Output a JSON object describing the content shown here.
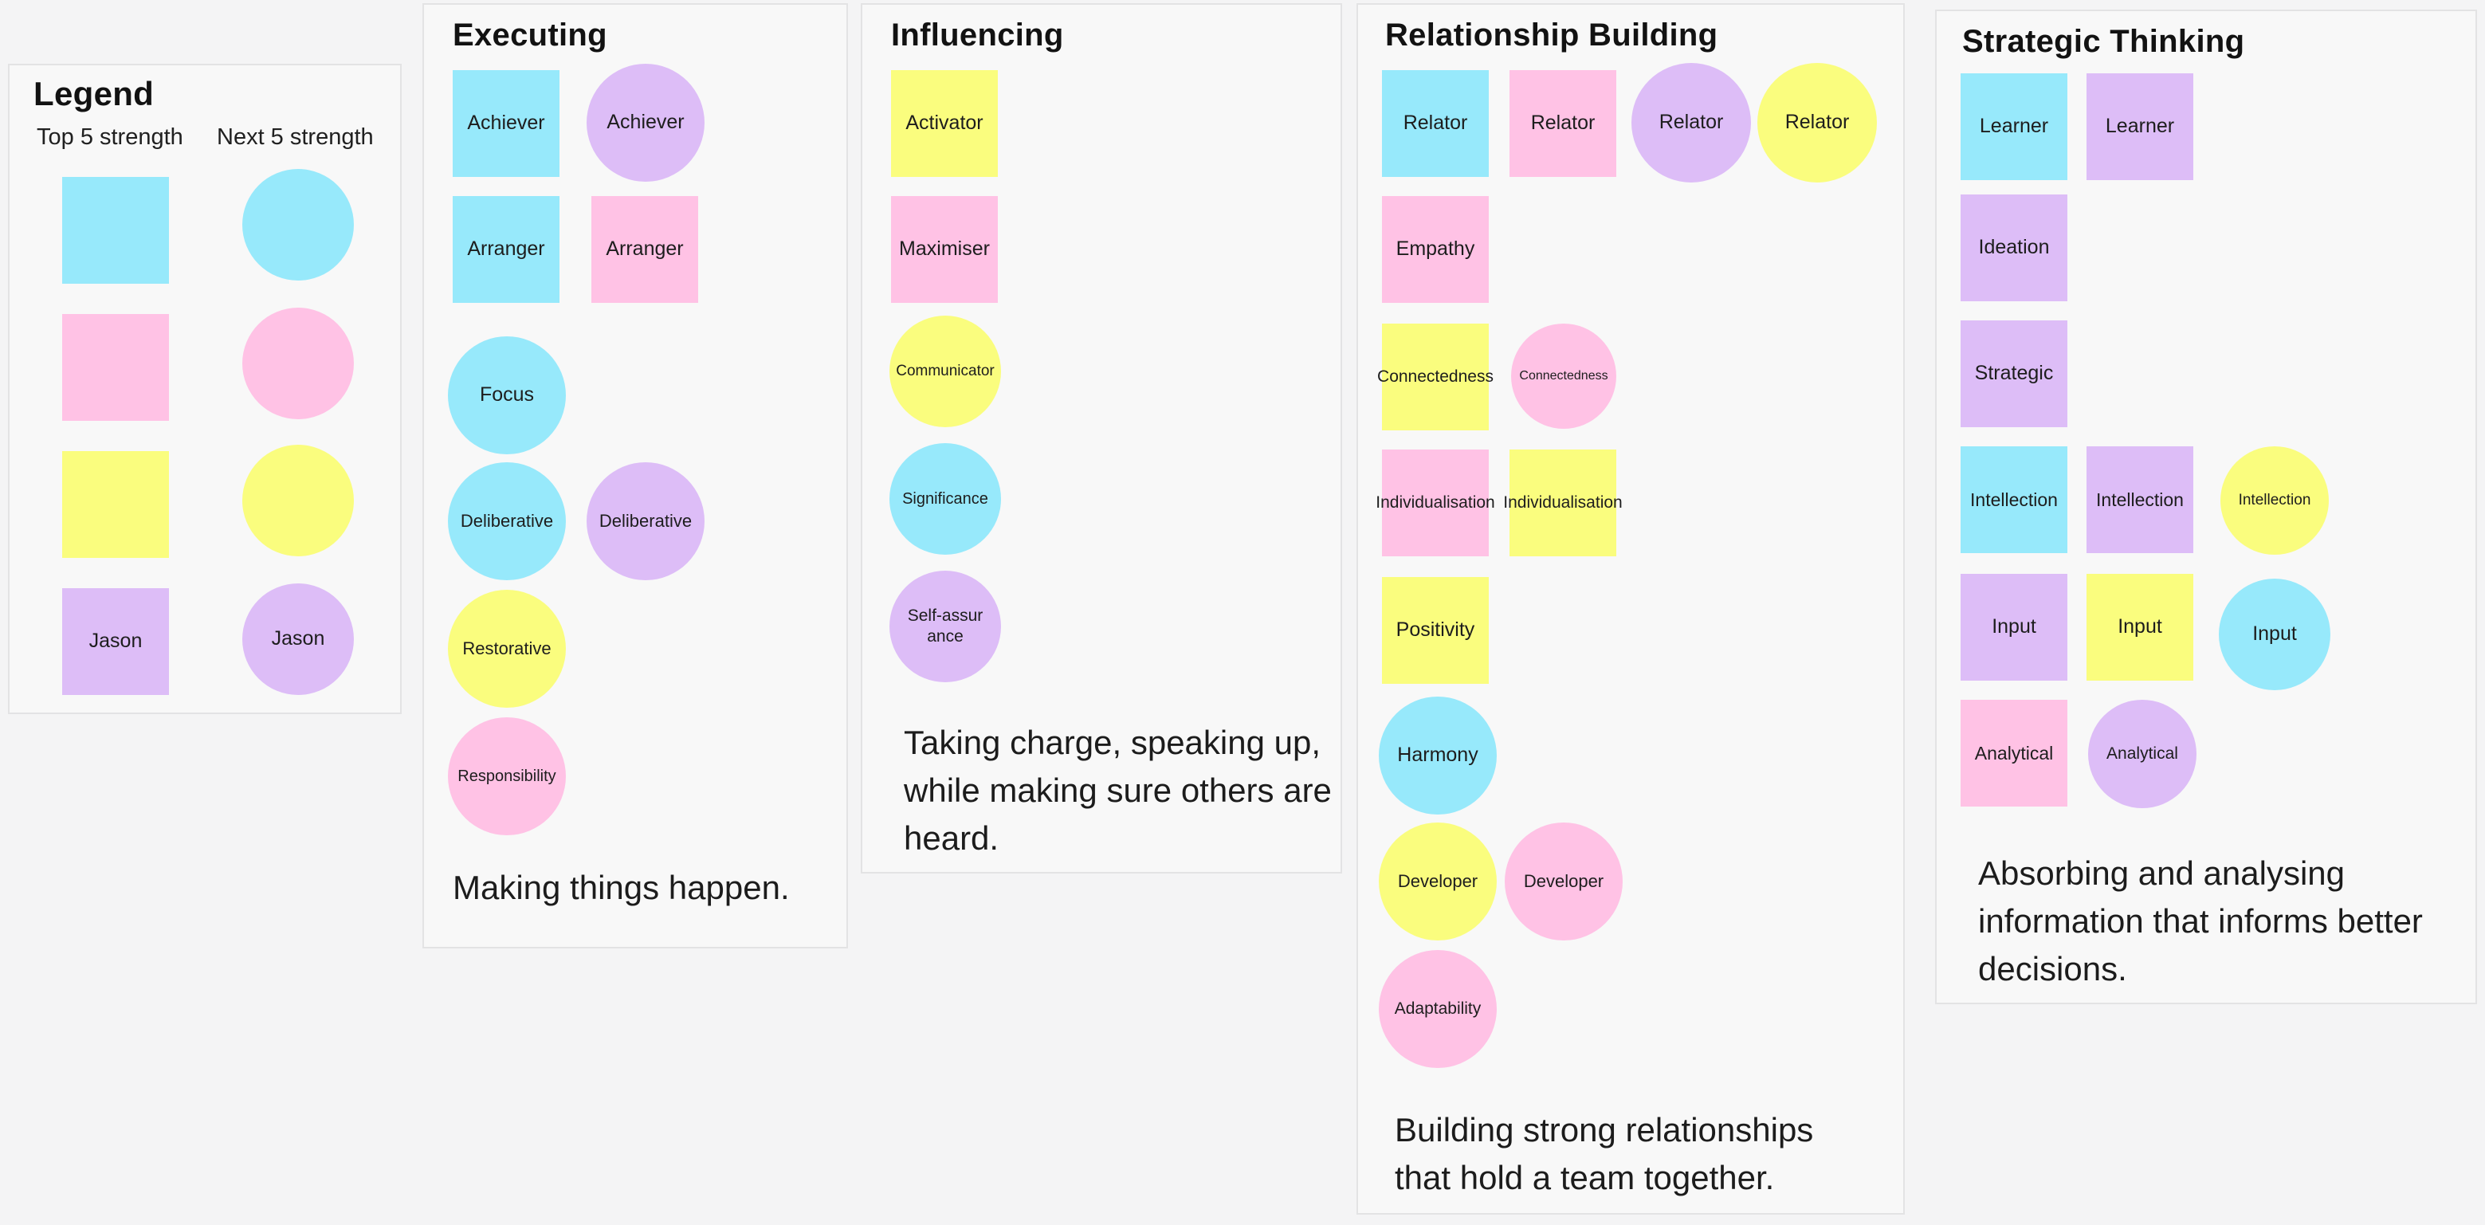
{
  "board": {
    "background": "#f4f4f5",
    "panel_background": "#f8f8f8",
    "panel_border": "#e3e3e4"
  },
  "colors": {
    "cyan": "#97e9fb",
    "pink": "#ffc2e5",
    "yellow": "#fafd7e",
    "purple": "#ddbdf7"
  },
  "legend": {
    "title": "Legend",
    "columns": [
      "Top 5 strength",
      "Next 5 strength"
    ],
    "rows": [
      {
        "color": "cyan",
        "square_label": "",
        "circle_label": ""
      },
      {
        "color": "pink",
        "square_label": "",
        "circle_label": ""
      },
      {
        "color": "yellow",
        "square_label": "",
        "circle_label": ""
      },
      {
        "color": "purple",
        "square_label": "Jason",
        "circle_label": "Jason"
      }
    ]
  },
  "panels": [
    {
      "id": "executing",
      "title": "Executing",
      "caption": "Making things happen.",
      "items": [
        {
          "label": "Achiever",
          "shape": "square",
          "color": "cyan"
        },
        {
          "label": "Achiever",
          "shape": "circle",
          "color": "purple"
        },
        {
          "label": "Arranger",
          "shape": "square",
          "color": "cyan"
        },
        {
          "label": "Arranger",
          "shape": "square",
          "color": "pink"
        },
        {
          "label": "Focus",
          "shape": "circle",
          "color": "cyan"
        },
        {
          "label": "Deliberative",
          "shape": "circle",
          "color": "cyan"
        },
        {
          "label": "Deliberative",
          "shape": "circle",
          "color": "purple"
        },
        {
          "label": "Restorative",
          "shape": "circle",
          "color": "yellow"
        },
        {
          "label": "Responsibility",
          "shape": "circle",
          "color": "pink"
        }
      ]
    },
    {
      "id": "influencing",
      "title": "Influencing",
      "caption": "Taking charge, speaking up, while making sure others are heard.",
      "items": [
        {
          "label": "Activator",
          "shape": "square",
          "color": "yellow"
        },
        {
          "label": "Maximiser",
          "shape": "square",
          "color": "pink"
        },
        {
          "label": "Communicator",
          "shape": "circle",
          "color": "yellow"
        },
        {
          "label": "Significance",
          "shape": "circle",
          "color": "cyan"
        },
        {
          "label": "Self-assur​ance",
          "shape": "circle",
          "color": "purple"
        }
      ]
    },
    {
      "id": "relationship-building",
      "title": "Relationship Building",
      "caption": "Building strong relationships that hold a team together.",
      "items": [
        {
          "label": "Relator",
          "shape": "square",
          "color": "cyan"
        },
        {
          "label": "Relator",
          "shape": "square",
          "color": "pink"
        },
        {
          "label": "Relator",
          "shape": "circle",
          "color": "purple"
        },
        {
          "label": "Relator",
          "shape": "circle",
          "color": "yellow"
        },
        {
          "label": "Empathy",
          "shape": "square",
          "color": "pink"
        },
        {
          "label": "Connectedness",
          "shape": "square",
          "color": "yellow"
        },
        {
          "label": "Connectedness",
          "shape": "circle",
          "color": "pink"
        },
        {
          "label": "Individualisation",
          "shape": "square",
          "color": "pink"
        },
        {
          "label": "Individualisation",
          "shape": "square",
          "color": "yellow"
        },
        {
          "label": "Positivity",
          "shape": "square",
          "color": "yellow"
        },
        {
          "label": "Harmony",
          "shape": "circle",
          "color": "cyan"
        },
        {
          "label": "Developer",
          "shape": "circle",
          "color": "yellow"
        },
        {
          "label": "Developer",
          "shape": "circle",
          "color": "pink"
        },
        {
          "label": "Adaptability",
          "shape": "circle",
          "color": "pink"
        }
      ]
    },
    {
      "id": "strategic-thinking",
      "title": "Strategic Thinking",
      "caption": "Absorbing and analysing information that informs better decisions.",
      "items": [
        {
          "label": "Learner",
          "shape": "square",
          "color": "cyan"
        },
        {
          "label": "Learner",
          "shape": "square",
          "color": "purple"
        },
        {
          "label": "Ideation",
          "shape": "square",
          "color": "purple"
        },
        {
          "label": "Strategic",
          "shape": "square",
          "color": "purple"
        },
        {
          "label": "Intellection",
          "shape": "square",
          "color": "cyan"
        },
        {
          "label": "Intellection",
          "shape": "square",
          "color": "purple"
        },
        {
          "label": "Intellection",
          "shape": "circle",
          "color": "yellow"
        },
        {
          "label": "Input",
          "shape": "square",
          "color": "purple"
        },
        {
          "label": "Input",
          "shape": "square",
          "color": "yellow"
        },
        {
          "label": "Input",
          "shape": "circle",
          "color": "cyan"
        },
        {
          "label": "Analytical",
          "shape": "square",
          "color": "pink"
        },
        {
          "label": "Analytical",
          "shape": "circle",
          "color": "purple"
        }
      ]
    }
  ]
}
